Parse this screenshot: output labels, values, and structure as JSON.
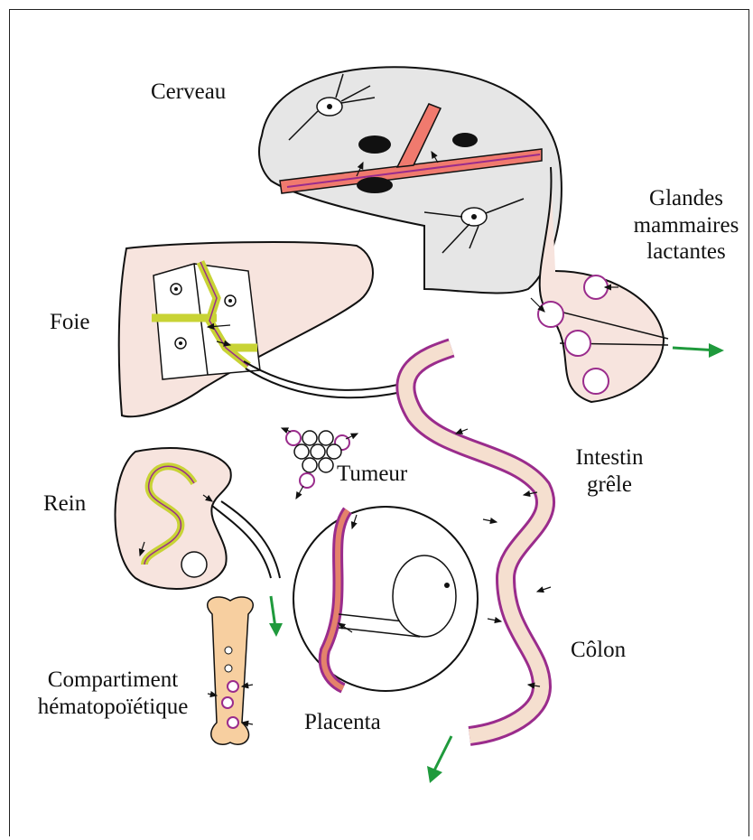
{
  "labels": {
    "cerveau": "Cerveau",
    "glandes_1": "Glandes",
    "glandes_2": "mammaires",
    "glandes_3": "lactantes",
    "foie": "Foie",
    "tumeur": "Tumeur",
    "rein": "Rein",
    "intestin_1": "Intestin",
    "intestin_2": "grêle",
    "colon": "Côlon",
    "compart_1": "Compartiment",
    "compart_2": "hématopoïétique",
    "placenta": "Placenta"
  },
  "colors": {
    "organ_fill": "#f7e4de",
    "brain_fill": "#e6e6e6",
    "vessel": "#f07a6e",
    "magenta": "#9a2c8c",
    "bile": "#c8d335",
    "arrow_green": "#1f9a3c",
    "bone": "#f7cfa0",
    "gut": "#f5dfcf"
  }
}
